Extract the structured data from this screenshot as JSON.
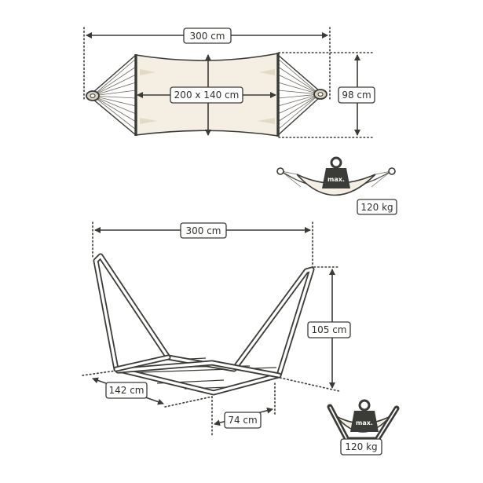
{
  "labels": {
    "hammock_length": "300 cm",
    "bed_size": "200 x 140 cm",
    "hammock_width": "98 cm",
    "hammock_load": "120 kg",
    "stand_length": "300 cm",
    "stand_height": "105 cm",
    "stand_depth": "142 cm",
    "stand_foot": "74 cm",
    "stand_load": "120 kg",
    "weight_badge": "max."
  },
  "colors": {
    "outline": "#3a3a36",
    "cloth": "#f4efe2",
    "weight": "#3b3b37"
  },
  "icons": [
    "weight-icon",
    "arrow-icon"
  ]
}
